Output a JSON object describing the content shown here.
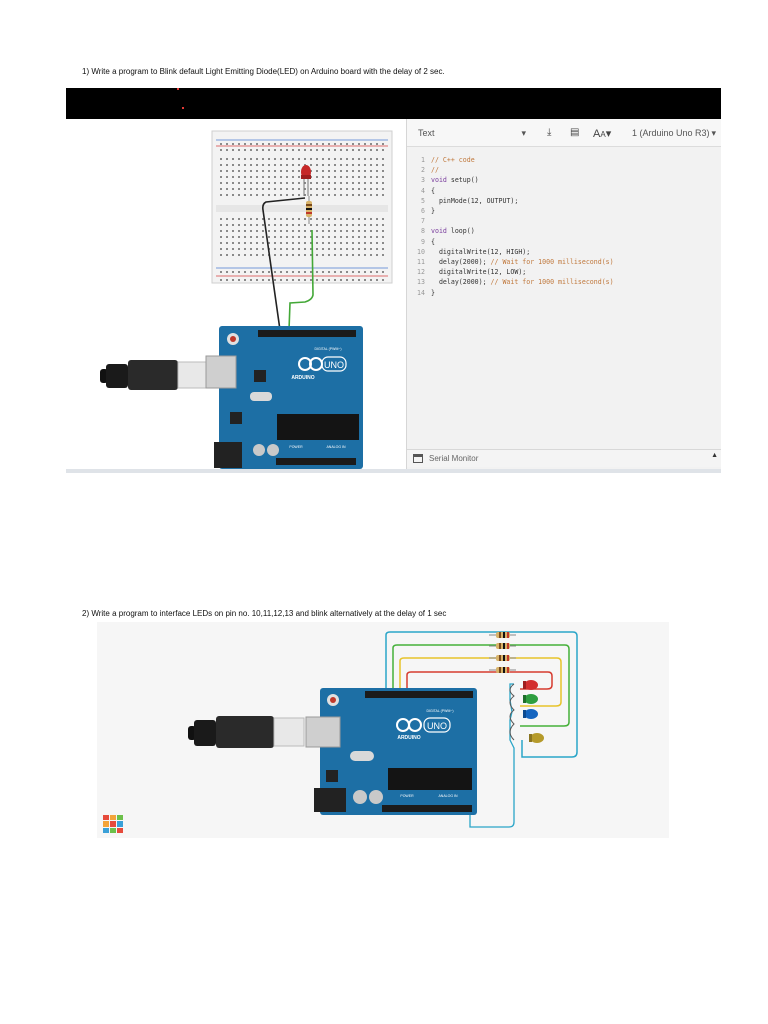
{
  "questions": [
    {
      "text": "1)   Write a program to Blink default Light Emitting Diode(LED) on Arduino board with the delay of 2 sec."
    },
    {
      "text": "2)   Write a program to interface LEDs on pin no. 10,11,12,13 and blink alternatively at the delay of 1 sec"
    }
  ],
  "editor": {
    "mode_label": "Text",
    "board_label": "1 (Arduino Uno R3)",
    "serial_monitor_label": "Serial Monitor",
    "code_lines": [
      {
        "n": "1",
        "parts": [
          {
            "t": "// C++ code",
            "c": "cm"
          }
        ]
      },
      {
        "n": "2",
        "parts": [
          {
            "t": "//",
            "c": "cm"
          }
        ]
      },
      {
        "n": "3",
        "parts": [
          {
            "t": "void",
            "c": "kw"
          },
          {
            "t": " setup()",
            "c": ""
          }
        ]
      },
      {
        "n": "4",
        "parts": [
          {
            "t": "{",
            "c": ""
          }
        ]
      },
      {
        "n": "5",
        "parts": [
          {
            "t": "  pinMode(12, OUTPUT);",
            "c": ""
          }
        ]
      },
      {
        "n": "6",
        "parts": [
          {
            "t": "}",
            "c": ""
          }
        ]
      },
      {
        "n": "7",
        "parts": [
          {
            "t": "",
            "c": ""
          }
        ]
      },
      {
        "n": "8",
        "parts": [
          {
            "t": "void",
            "c": "kw"
          },
          {
            "t": " loop()",
            "c": ""
          }
        ]
      },
      {
        "n": "9",
        "parts": [
          {
            "t": "{",
            "c": ""
          }
        ]
      },
      {
        "n": "10",
        "parts": [
          {
            "t": "  digitalWrite(12, HIGH);",
            "c": ""
          }
        ]
      },
      {
        "n": "11",
        "parts": [
          {
            "t": "  delay(2000); ",
            "c": ""
          },
          {
            "t": "// Wait for 1000 millisecond(s)",
            "c": "cm"
          }
        ]
      },
      {
        "n": "12",
        "parts": [
          {
            "t": "  digitalWrite(12, LOW);",
            "c": ""
          }
        ]
      },
      {
        "n": "13",
        "parts": [
          {
            "t": "  delay(2000); ",
            "c": ""
          },
          {
            "t": "// Wait for 1000 millisecond(s)",
            "c": "cm"
          }
        ]
      },
      {
        "n": "14",
        "parts": [
          {
            "t": "}",
            "c": ""
          }
        ]
      }
    ]
  },
  "board": {
    "brand": "ARDUINO",
    "model": "UNO",
    "digital_label": "DIGITAL (PWM~)",
    "power_label": "POWER",
    "analog_label": "ANALOG IN"
  },
  "colors": {
    "board_blue": "#1d6fa5",
    "led_red": "#d32f2f",
    "led_green": "#2e9e3f",
    "led_blue": "#1565c0",
    "led_yellow": "#b59a2a",
    "wire_red": "#d63b2f",
    "wire_yellow": "#e7c32a",
    "wire_green": "#45b039",
    "wire_cyan": "#2aa5c8"
  }
}
